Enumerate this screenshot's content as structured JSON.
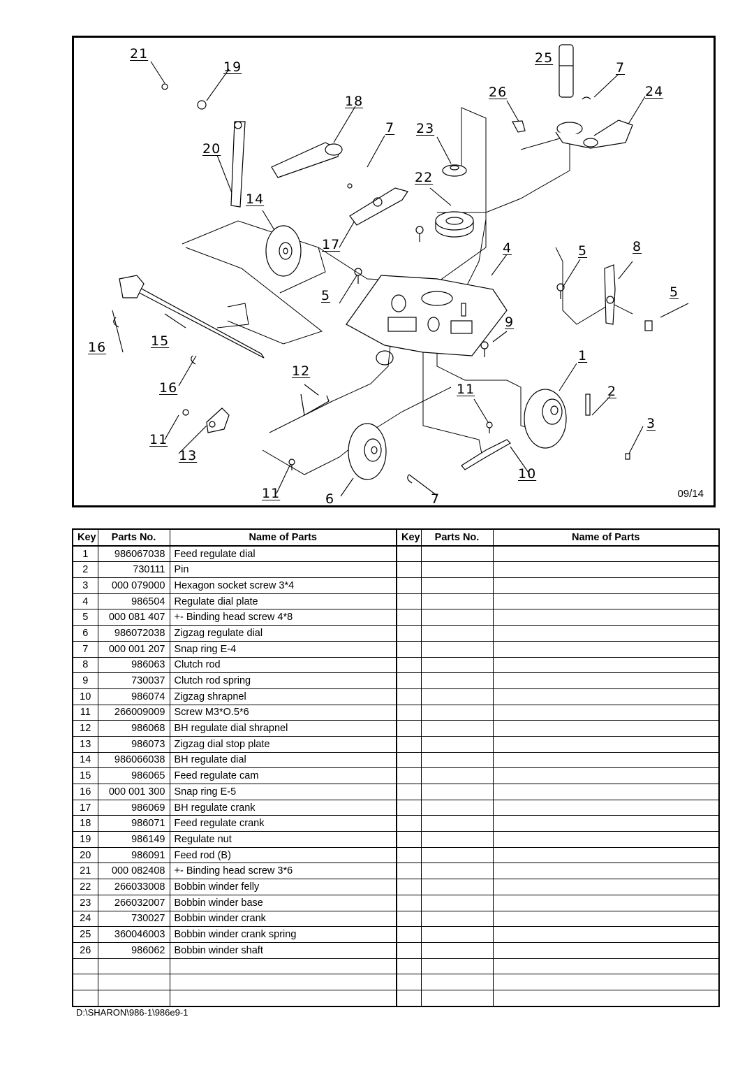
{
  "diagram": {
    "page_code": "09/14",
    "callouts": [
      "21",
      "19",
      "18",
      "20",
      "7",
      "23",
      "22",
      "14",
      "17",
      "25",
      "26",
      "7",
      "24",
      "4",
      "5",
      "8",
      "5",
      "9",
      "5",
      "12",
      "15",
      "16",
      "16",
      "11",
      "13",
      "11",
      "6",
      "7",
      "1",
      "2",
      "3",
      "10",
      "11"
    ]
  },
  "table": {
    "headers": {
      "key": "Key",
      "parts_no": "Parts No.",
      "name": "Name of Parts"
    },
    "rows": [
      {
        "key": "1",
        "parts_no": "986067038",
        "name": "Feed regulate dial"
      },
      {
        "key": "2",
        "parts_no": "730111",
        "name": "Pin"
      },
      {
        "key": "3",
        "parts_no": "000 079000",
        "name": "Hexagon socket screw 3*4"
      },
      {
        "key": "4",
        "parts_no": "986504",
        "name": "Regulate dial plate"
      },
      {
        "key": "5",
        "parts_no": "000 081 407",
        "name": "+- Binding head screw 4*8"
      },
      {
        "key": "6",
        "parts_no": "986072038",
        "name": "Zigzag regulate dial"
      },
      {
        "key": "7",
        "parts_no": "000 001 207",
        "name": "Snap ring E-4"
      },
      {
        "key": "8",
        "parts_no": "986063",
        "name": "Clutch rod"
      },
      {
        "key": "9",
        "parts_no": "730037",
        "name": "Clutch rod spring"
      },
      {
        "key": "10",
        "parts_no": "986074",
        "name": "Zigzag shrapnel"
      },
      {
        "key": "11",
        "parts_no": "266009009",
        "name": "Screw M3*O.5*6"
      },
      {
        "key": "12",
        "parts_no": "986068",
        "name": "BH regulate dial shrapnel"
      },
      {
        "key": "13",
        "parts_no": "986073",
        "name": "Zigzag dial stop plate"
      },
      {
        "key": "14",
        "parts_no": "986066038",
        "name": "BH regulate dial"
      },
      {
        "key": "15",
        "parts_no": "986065",
        "name": "Feed regulate cam"
      },
      {
        "key": "16",
        "parts_no": "000 001 300",
        "name": "Snap ring E-5"
      },
      {
        "key": "17",
        "parts_no": "986069",
        "name": "BH regulate crank"
      },
      {
        "key": "18",
        "parts_no": "986071",
        "name": "Feed regulate crank"
      },
      {
        "key": "19",
        "parts_no": "986149",
        "name": "Regulate nut"
      },
      {
        "key": "20",
        "parts_no": "986091",
        "name": "Feed rod (B)"
      },
      {
        "key": "21",
        "parts_no": "000 082408",
        "name": "+- Binding head screw 3*6"
      },
      {
        "key": "22",
        "parts_no": "266033008",
        "name": "Bobbin winder felly"
      },
      {
        "key": "23",
        "parts_no": "266032007",
        "name": "Bobbin winder base"
      },
      {
        "key": "24",
        "parts_no": "730027",
        "name": "Bobbin winder crank"
      },
      {
        "key": "25",
        "parts_no": "360046003",
        "name": "Bobbin winder crank spring"
      },
      {
        "key": "26",
        "parts_no": "986062",
        "name": "Bobbin winder shaft"
      }
    ],
    "blank_rows": 3
  },
  "footer": {
    "file_path": "D:\\SHARON\\986-1\\986e9-1"
  }
}
